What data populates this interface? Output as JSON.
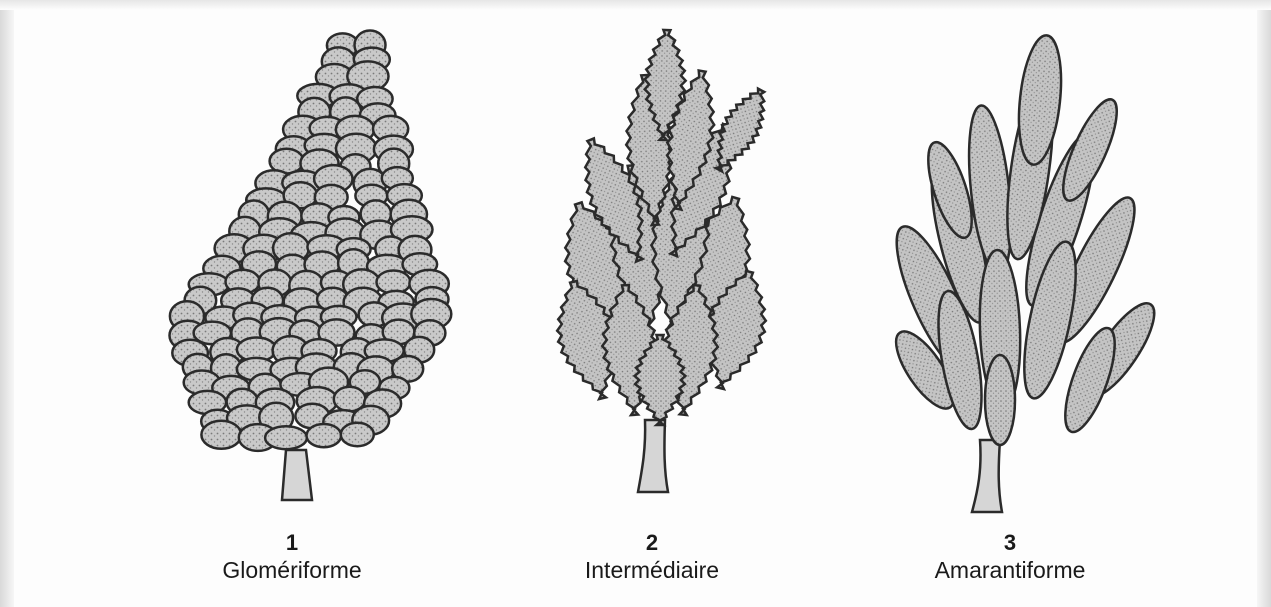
{
  "figures": [
    {
      "number": "1",
      "name": "Glomériforme"
    },
    {
      "number": "2",
      "name": "Intermédiaire"
    },
    {
      "number": "3",
      "name": "Amarantiforme"
    }
  ],
  "colors": {
    "ink": "#2b2b2b",
    "fill": "#bdbdbd",
    "fill_light": "#cfcfcf",
    "stem": "#d4d4d4"
  }
}
